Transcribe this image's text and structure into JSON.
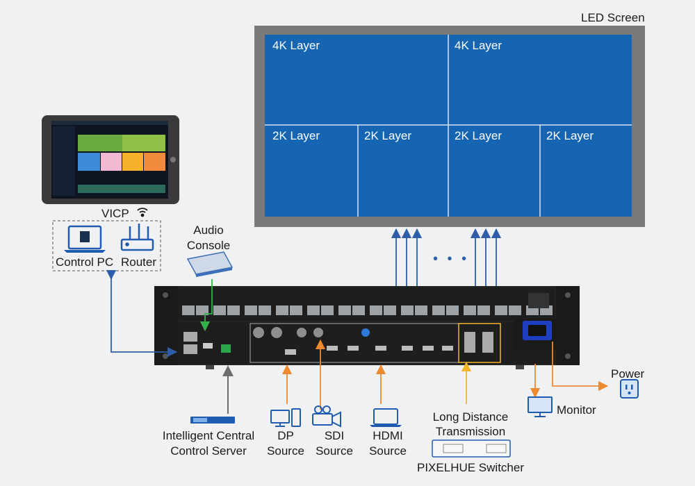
{
  "screen": {
    "title": "LED Screen",
    "layers": [
      "4K Layer",
      "4K Layer",
      "2K Layer",
      "2K Layer",
      "2K Layer",
      "2K Layer"
    ]
  },
  "labels": {
    "vicp": "VICP",
    "control_pc": "Control PC",
    "router": "Router",
    "audio_console_1": "Audio",
    "audio_console_2": "Console",
    "server_1": "Intelligent Central",
    "server_2": "Control Server",
    "dp_1": "DP",
    "dp_2": "Source",
    "sdi_1": "SDI",
    "sdi_2": "Source",
    "hdmi_1": "HDMI",
    "hdmi_2": "Source",
    "long_1": "Long Distance",
    "long_2": "Transmission",
    "switcher": "PIXELHUE Switcher",
    "monitor": "Monitor",
    "power": "Power",
    "ellipsis": "• • •"
  },
  "colors": {
    "screen_frame": "#7a7a7a",
    "screen_panel": "#1565b3",
    "arrow_blue": "#2f5ea8",
    "arrow_green": "#34b24a",
    "arrow_gray": "#6e6e6e",
    "arrow_orange": "#ee8a2e",
    "arrow_yellow": "#f4b42a",
    "device_body": "#232323"
  }
}
